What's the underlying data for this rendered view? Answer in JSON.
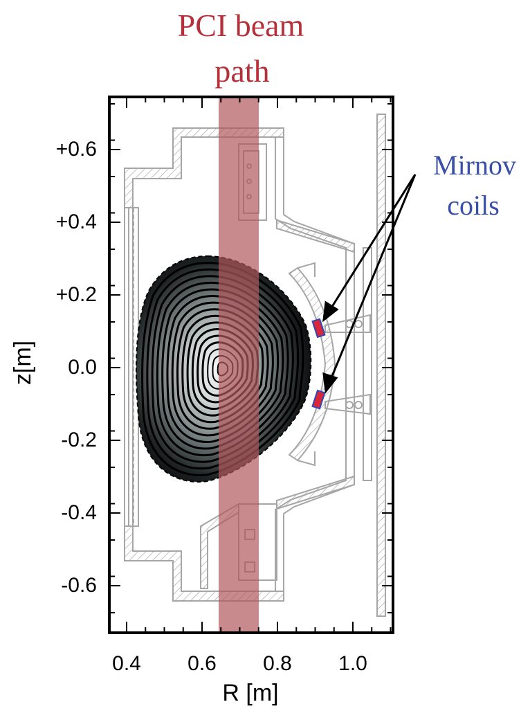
{
  "annotations": {
    "pci_label_line1": "PCI beam",
    "pci_label_line2": "path",
    "mirnov_label_line1": "Mirnov",
    "mirnov_label_line2": "coils"
  },
  "axes": {
    "xlabel": "R [m]",
    "ylabel": "z[m]",
    "xticks": [
      "0.4",
      "0.6",
      "0.8",
      "1.0"
    ],
    "yticks": [
      "+0.6",
      "+0.4",
      "+0.2",
      "0.0",
      "-0.2",
      "-0.4",
      "-0.6"
    ],
    "xlim": [
      0.35,
      1.1
    ],
    "ylim": [
      -0.74,
      0.74
    ]
  },
  "colors": {
    "pci_label": "#b5303a",
    "pci_beam": "#b0585c",
    "mirnov_label": "#3a4fa8",
    "vessel": "#a6a6a6",
    "coil_fill": "#d8263a",
    "coil_outline": "#3048b0"
  },
  "chart_data": {
    "type": "contour",
    "pci_beam_r_range": [
      0.65,
      0.75
    ],
    "plasma_magnetic_axis": {
      "r": 0.67,
      "z": 0.0
    },
    "contour_levels": 16,
    "mirnov_coil_z": [
      0.1,
      -0.1
    ]
  }
}
